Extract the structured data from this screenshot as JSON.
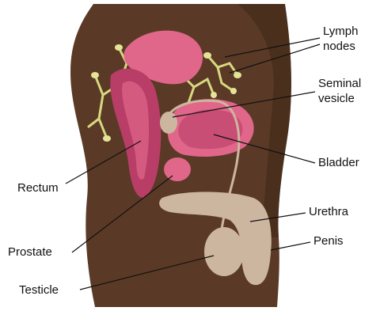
{
  "labels": {
    "lymph_nodes_line1": "Lymph",
    "lymph_nodes_line2": "nodes",
    "seminal_vesicle_line1": "Seminal",
    "seminal_vesicle_line2": "vesicle",
    "bladder": "Bladder",
    "rectum": "Rectum",
    "urethra": "Urethra",
    "penis": "Penis",
    "prostate": "Prostate",
    "testicle": "Testicle"
  },
  "colors": {
    "skin": "#5a3a26",
    "skin_shadow": "#3e2616",
    "organ_pink": "#e0668a",
    "organ_pink_dark": "#b83e68",
    "lymph": "#d8d880",
    "genital_beige": "#cdb6a0",
    "line": "#111111"
  }
}
